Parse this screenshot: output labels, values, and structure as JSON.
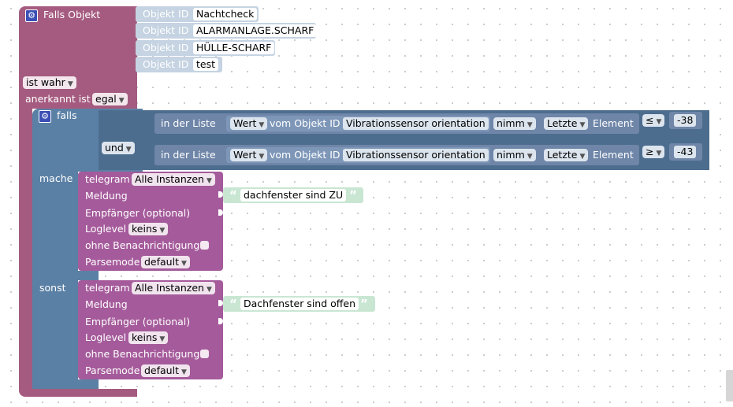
{
  "colors": {
    "event_block": "#a55b80",
    "object_block": "#c5d3e2",
    "if_block": "#5b80a5",
    "logic_block": "#4d6d8f",
    "list_block": "#6f86a8",
    "telegram_block": "#a55b9b",
    "text_block": "#c9e6d3"
  },
  "trigger": {
    "title": "Falls Objekt",
    "object_label": "Objekt ID",
    "object_ids": [
      "Nachtcheck",
      "ALARMANLAGE.SCHARF",
      "HÜLLE-SCHARF",
      "test"
    ],
    "condition_value": "ist wahr",
    "ack_label": "anerkannt ist",
    "ack_value": "egal"
  },
  "if_block": {
    "falls_label": "falls",
    "mache_label": "mache",
    "sonst_label": "sonst",
    "logic_op": "und",
    "conditions": [
      {
        "prefix": "in der Liste",
        "value_field": "Wert",
        "from_object_label": "vom Objekt ID",
        "object": "Vibrationssensor orientation",
        "take": "nimm",
        "position": "Letzte",
        "element_label": "Element",
        "comparator": "≤",
        "number": "-38"
      },
      {
        "prefix": "in der Liste",
        "value_field": "Wert",
        "from_object_label": "vom Objekt ID",
        "object": "Vibrationssensor orientation",
        "take": "nimm",
        "position": "Letzte",
        "element_label": "Element",
        "comparator": "≥",
        "number": "-43"
      }
    ]
  },
  "telegram_blocks": [
    {
      "title": "telegram",
      "instance": "Alle Instanzen",
      "message_label": "Meldung",
      "message_text": "dachfenster sind ZU",
      "recipient_label": "Empfänger (optional)",
      "loglevel_label": "Loglevel",
      "loglevel_value": "keins",
      "silent_label": "ohne Benachrichtigung",
      "parsemode_label": "Parsemode",
      "parsemode_value": "default"
    },
    {
      "title": "telegram",
      "instance": "Alle Instanzen",
      "message_label": "Meldung",
      "message_text": "Dachfenster sind offen",
      "recipient_label": "Empfänger (optional)",
      "loglevel_label": "Loglevel",
      "loglevel_value": "keins",
      "silent_label": "ohne Benachrichtigung",
      "parsemode_label": "Parsemode",
      "parsemode_value": "default"
    }
  ]
}
